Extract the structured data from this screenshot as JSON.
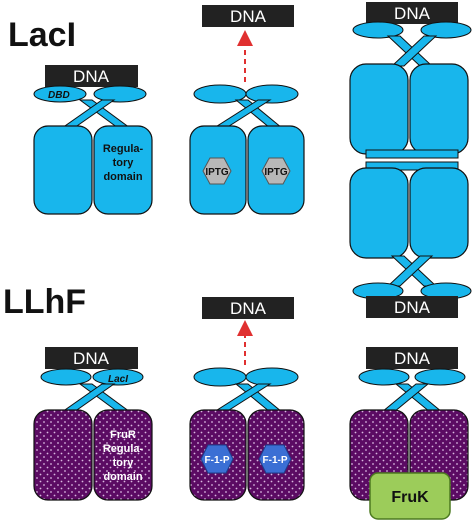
{
  "titles": {
    "lacl": "LacI",
    "llhf": "LLhF"
  },
  "dna": "DNA",
  "labels": {
    "dbd": "DBD",
    "lacl_tag": "LacI",
    "regulatory_domain": [
      "Regula-",
      "tory",
      "domain"
    ],
    "fruR_domain": [
      "FruR",
      "Regula-",
      "tory",
      "domain"
    ],
    "iptg": "IPTG",
    "f1p": "F-1-P",
    "fruk": "FruK"
  },
  "colors": {
    "lacl_blue": "#18b6ec",
    "llhf_purple": "#5b0b63",
    "dna_box": "#222222",
    "inducer_grey": "#b8b8b8",
    "inducer_blue": "#3b6fd4",
    "fruk_green": "#9ccc5a",
    "arrow_red": "#e03030"
  }
}
